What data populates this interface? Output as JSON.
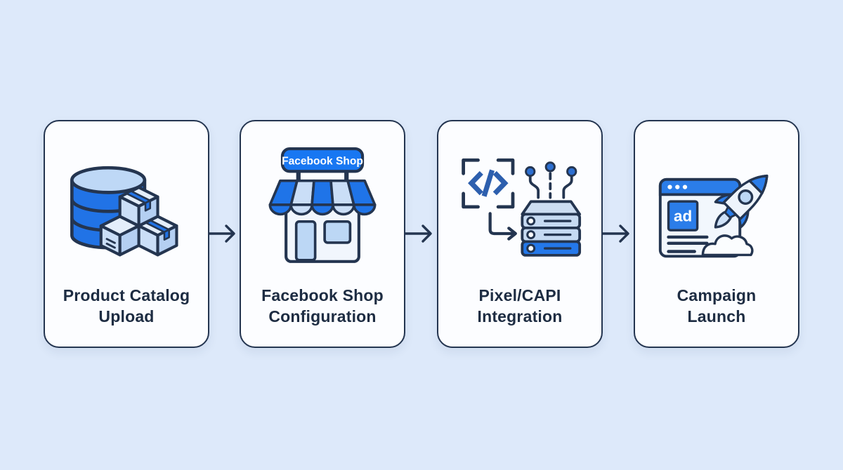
{
  "colors": {
    "background": "#dde9fa",
    "card_background": "#fcfdff",
    "outline_navy": "#243550",
    "text_dark": "#1d2c42",
    "brand_blue": "#1f74e8",
    "header_blue": "#2b7de9",
    "light_blue": "#bcd7f5",
    "code_blue": "#2d5fae"
  },
  "flow": {
    "steps": [
      {
        "label": "Product Catalog Upload",
        "title_line1": "Product Catalog",
        "title_line2": "Upload",
        "icon": "database-with-boxes"
      },
      {
        "label": "Facebook Shop Configuration",
        "title_line1": "Facebook Shop",
        "title_line2": "Configuration",
        "icon": "storefront",
        "sign_text": "Facebook Shop"
      },
      {
        "label": "Pixel/CAPI Integration",
        "title_line1": "Pixel/CAPI",
        "title_line2": "Integration",
        "icon": "code-and-server"
      },
      {
        "label": "Campaign Launch",
        "title_line1": "Campaign",
        "title_line2": "Launch",
        "icon": "ad-browser-rocket",
        "ad_text": "ad"
      }
    ]
  }
}
